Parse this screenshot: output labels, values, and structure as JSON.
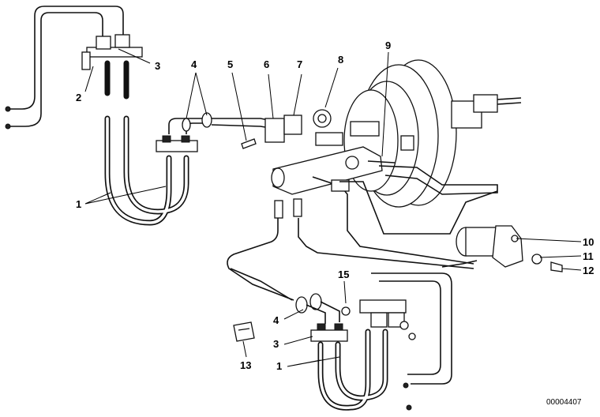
{
  "reference_number": "00004407",
  "callouts": [
    {
      "id": "c1a",
      "text": "1"
    },
    {
      "id": "c2",
      "text": "2"
    },
    {
      "id": "c3a",
      "text": "3"
    },
    {
      "id": "c4a",
      "text": "4"
    },
    {
      "id": "c5",
      "text": "5"
    },
    {
      "id": "c6",
      "text": "6"
    },
    {
      "id": "c7",
      "text": "7"
    },
    {
      "id": "c8",
      "text": "8"
    },
    {
      "id": "c9",
      "text": "9"
    },
    {
      "id": "c10",
      "text": "10"
    },
    {
      "id": "c11",
      "text": "11"
    },
    {
      "id": "c12",
      "text": "12"
    },
    {
      "id": "c15",
      "text": "15"
    },
    {
      "id": "c4b",
      "text": "4"
    },
    {
      "id": "c3b",
      "text": "3"
    },
    {
      "id": "c13",
      "text": "13"
    },
    {
      "id": "c1b",
      "text": "1"
    }
  ]
}
